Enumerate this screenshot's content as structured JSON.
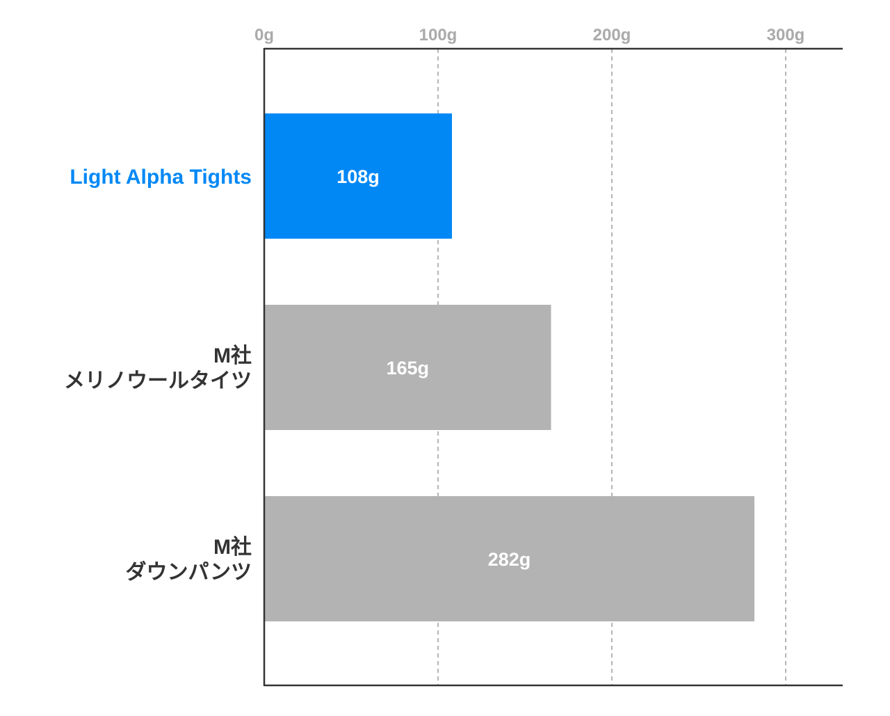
{
  "chart_data": {
    "type": "bar",
    "orientation": "horizontal",
    "categories": [
      [
        "Light Alpha Tights"
      ],
      [
        "M社",
        "メリノウールタイツ"
      ],
      [
        "M社",
        "ダウンパンツ"
      ]
    ],
    "values": [
      108,
      165,
      282
    ],
    "value_labels": [
      "108g",
      "165g",
      "282g"
    ],
    "xticks": [
      0,
      100,
      200,
      300
    ],
    "xtick_labels": [
      "0g",
      "100g",
      "200g",
      "300g"
    ],
    "xlim": [
      0,
      332
    ],
    "grid": "vertical dashed",
    "axis_position": "top",
    "title": "",
    "xlabel": "",
    "ylabel": ""
  },
  "colors": {
    "highlight": "#0288f5",
    "bar": "#b3b3b3",
    "category_text": "#333333",
    "highlight_text": "#0288f5",
    "tick_text": "#aaaaaa",
    "gridline": "#b5b5b5",
    "axis": "#333333",
    "value_text": "#ffffff"
  }
}
